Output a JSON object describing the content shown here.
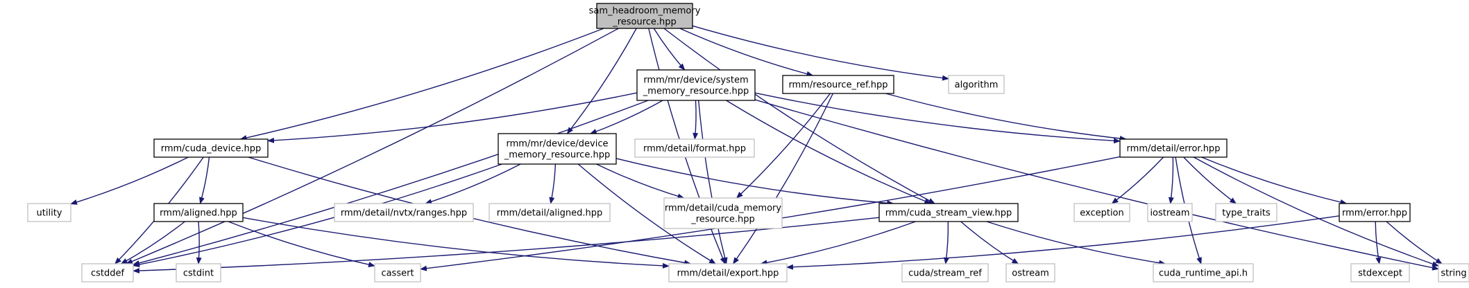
{
  "diagram": {
    "nodes": [
      {
        "id": "root",
        "kind": "root",
        "lines": [
          "sam_headroom_memory",
          "_resource.hpp"
        ]
      },
      {
        "id": "sysmem",
        "kind": "doc",
        "lines": [
          "rmm/mr/device/system",
          "_memory_resource.hpp"
        ]
      },
      {
        "id": "resref",
        "kind": "doc",
        "lines": [
          "rmm/resource_ref.hpp"
        ]
      },
      {
        "id": "algorithm",
        "kind": "external",
        "lines": [
          "algorithm"
        ]
      },
      {
        "id": "cudadev",
        "kind": "doc",
        "lines": [
          "rmm/cuda_device.hpp"
        ]
      },
      {
        "id": "devmem",
        "kind": "doc",
        "lines": [
          "rmm/mr/device/device",
          "_memory_resource.hpp"
        ]
      },
      {
        "id": "format",
        "kind": "external",
        "lines": [
          "rmm/detail/format.hpp"
        ]
      },
      {
        "id": "deterr",
        "kind": "doc",
        "lines": [
          "rmm/detail/error.hpp"
        ]
      },
      {
        "id": "utility",
        "kind": "external",
        "lines": [
          "utility"
        ]
      },
      {
        "id": "aligned",
        "kind": "doc",
        "lines": [
          "rmm/aligned.hpp"
        ]
      },
      {
        "id": "nvtx",
        "kind": "external",
        "lines": [
          "rmm/detail/nvtx/ranges.hpp"
        ]
      },
      {
        "id": "detaligned",
        "kind": "external",
        "lines": [
          "rmm/detail/aligned.hpp"
        ]
      },
      {
        "id": "cudamemres",
        "kind": "external",
        "lines": [
          "rmm/detail/cuda_memory",
          "_resource.hpp"
        ]
      },
      {
        "id": "streamview",
        "kind": "doc",
        "lines": [
          "rmm/cuda_stream_view.hpp"
        ]
      },
      {
        "id": "exception",
        "kind": "external",
        "lines": [
          "exception"
        ]
      },
      {
        "id": "iostream",
        "kind": "external",
        "lines": [
          "iostream"
        ]
      },
      {
        "id": "typetraits",
        "kind": "external",
        "lines": [
          "type_traits"
        ]
      },
      {
        "id": "rmmerror",
        "kind": "doc",
        "lines": [
          "rmm/error.hpp"
        ]
      },
      {
        "id": "cstddef",
        "kind": "external",
        "lines": [
          "cstddef"
        ]
      },
      {
        "id": "cstdint",
        "kind": "external",
        "lines": [
          "cstdint"
        ]
      },
      {
        "id": "cassert",
        "kind": "external",
        "lines": [
          "cassert"
        ]
      },
      {
        "id": "export",
        "kind": "external",
        "lines": [
          "rmm/detail/export.hpp"
        ]
      },
      {
        "id": "streamref",
        "kind": "external",
        "lines": [
          "cuda/stream_ref"
        ]
      },
      {
        "id": "ostream",
        "kind": "external",
        "lines": [
          "ostream"
        ]
      },
      {
        "id": "cudart",
        "kind": "external",
        "lines": [
          "cuda_runtime_api.h"
        ]
      },
      {
        "id": "stdexcept",
        "kind": "external",
        "lines": [
          "stdexcept"
        ]
      },
      {
        "id": "string",
        "kind": "external",
        "lines": [
          "string"
        ]
      }
    ],
    "edges": [
      [
        "root",
        "cstddef"
      ],
      [
        "root",
        "cudadev"
      ],
      [
        "root",
        "export"
      ],
      [
        "root",
        "devmem"
      ],
      [
        "root",
        "sysmem"
      ],
      [
        "root",
        "resref"
      ],
      [
        "root",
        "algorithm"
      ],
      [
        "root",
        "streamview"
      ],
      [
        "sysmem",
        "cudadev"
      ],
      [
        "sysmem",
        "cstddef"
      ],
      [
        "sysmem",
        "devmem"
      ],
      [
        "sysmem",
        "format"
      ],
      [
        "sysmem",
        "export"
      ],
      [
        "sysmem",
        "streamview"
      ],
      [
        "sysmem",
        "deterr"
      ],
      [
        "sysmem",
        "string"
      ],
      [
        "resref",
        "cudamemres"
      ],
      [
        "resref",
        "export"
      ],
      [
        "resref",
        "deterr"
      ],
      [
        "cudadev",
        "cstddef"
      ],
      [
        "cudadev",
        "utility"
      ],
      [
        "cudadev",
        "aligned"
      ],
      [
        "cudadev",
        "export"
      ],
      [
        "devmem",
        "cstddef"
      ],
      [
        "devmem",
        "nvtx"
      ],
      [
        "devmem",
        "detaligned"
      ],
      [
        "devmem",
        "cudamemres"
      ],
      [
        "devmem",
        "export"
      ],
      [
        "devmem",
        "streamview"
      ],
      [
        "deterr",
        "cassert"
      ],
      [
        "deterr",
        "exception"
      ],
      [
        "deterr",
        "iostream"
      ],
      [
        "deterr",
        "typetraits"
      ],
      [
        "deterr",
        "rmmerror"
      ],
      [
        "deterr",
        "cudart"
      ],
      [
        "deterr",
        "string"
      ],
      [
        "aligned",
        "cstddef"
      ],
      [
        "aligned",
        "cstdint"
      ],
      [
        "aligned",
        "cassert"
      ],
      [
        "aligned",
        "export"
      ],
      [
        "streamview",
        "cstddef"
      ],
      [
        "streamview",
        "export"
      ],
      [
        "streamview",
        "streamref"
      ],
      [
        "streamview",
        "ostream"
      ],
      [
        "streamview",
        "cudart"
      ],
      [
        "rmmerror",
        "export"
      ],
      [
        "rmmerror",
        "stdexcept"
      ],
      [
        "rmmerror",
        "string"
      ]
    ]
  }
}
